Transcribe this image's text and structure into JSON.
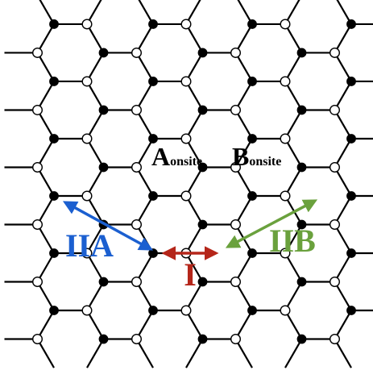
{
  "labels": {
    "a_main": "A",
    "a_sub": "onsite",
    "b_main": "B",
    "b_sub": "onsite",
    "hop_i": "I",
    "hop_iia": "IIA",
    "hop_iib": "IIB"
  },
  "colors": {
    "lattice": "#000000",
    "sublattice_a": "#000000",
    "sublattice_b": "#ffffff",
    "hop_i": "#b5261a",
    "hop_iia": "#1b5fd0",
    "hop_iib": "#6aa13d",
    "label_black": "#000000"
  }
}
